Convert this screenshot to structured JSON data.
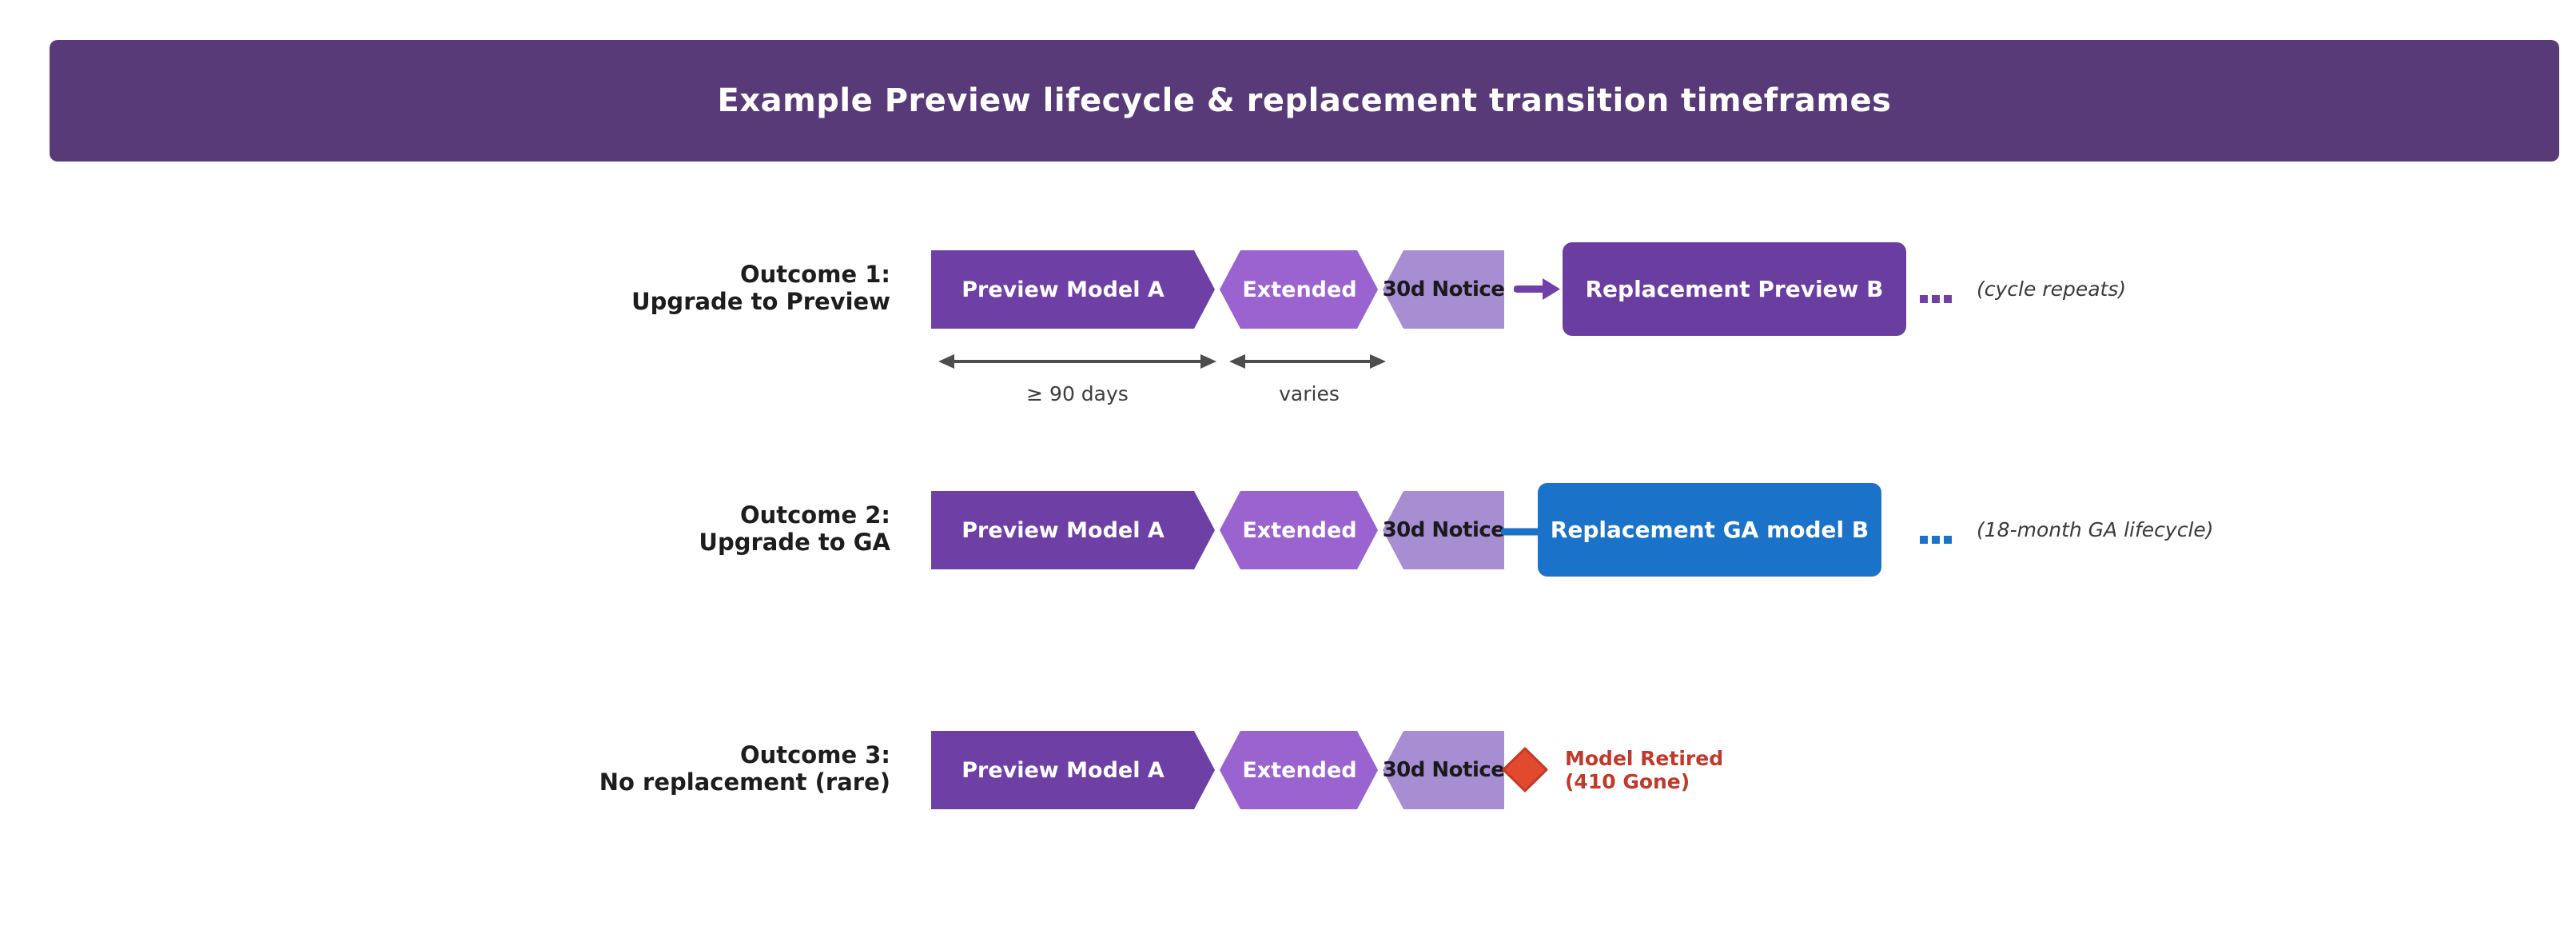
{
  "title": "Example Preview lifecycle & replacement transition timeframes",
  "rows": [
    {
      "label_line1": "Outcome 1:",
      "label_line2": "Upgrade to Preview",
      "segments": {
        "preview": "Preview Model A",
        "extended": "Extended",
        "notice": "30d Notice"
      },
      "result_label": "Replacement Preview B",
      "annotation": "(cycle repeats)"
    },
    {
      "label_line1": "Outcome 2:",
      "label_line2": "Upgrade to GA",
      "segments": {
        "preview": "Preview Model A",
        "extended": "Extended",
        "notice": "30d Notice"
      },
      "result_label": "Replacement GA model B",
      "annotation": "(18-month GA lifecycle)"
    },
    {
      "label_line1": "Outcome 3:",
      "label_line2": "No replacement (rare)",
      "segments": {
        "preview": "Preview Model A",
        "extended": "Extended",
        "notice": "30d Notice"
      },
      "retired_line1": "Model Retired",
      "retired_line2": "(410 Gone)"
    }
  ],
  "measurements": {
    "preview_span": "≥ 90 days",
    "extended_span": "varies"
  },
  "colors": {
    "banner": "#583a78",
    "segment_preview": "#6e3fa5",
    "segment_extended": "#9a63d0",
    "segment_notice": "#a78dd2",
    "replacement_preview_box": "#6a3da0",
    "replacement_ga_box": "#1a73c8",
    "transition_arrow": "#7040a8",
    "retired_diamond_fill": "#e2492f",
    "retired_diamond_stroke": "#c33a28",
    "retired_text": "#c0392b",
    "measure_arrow": "#4d4d4d"
  }
}
